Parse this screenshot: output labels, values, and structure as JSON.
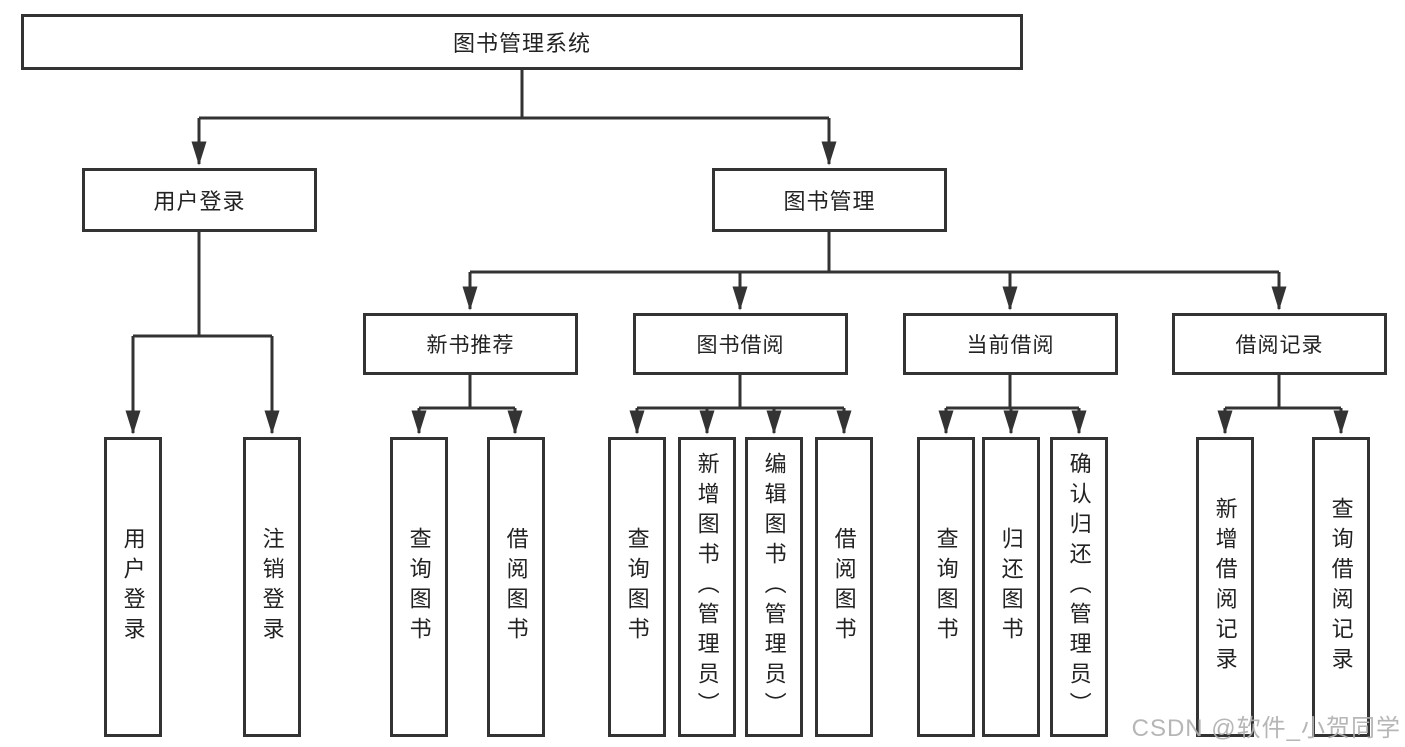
{
  "diagram": {
    "root": {
      "label": "图书管理系统"
    },
    "login_branch": {
      "label": "用户登录",
      "children": [
        {
          "label": "用户登录"
        },
        {
          "label": "注销登录"
        }
      ]
    },
    "manage_branch": {
      "label": "图书管理",
      "groups": [
        {
          "label": "新书推荐",
          "children": [
            {
              "label": "查询图书"
            },
            {
              "label": "借阅图书"
            }
          ]
        },
        {
          "label": "图书借阅",
          "children": [
            {
              "label": "查询图书"
            },
            {
              "label": "新增图书（管理员）"
            },
            {
              "label": "编辑图书（管理员）"
            },
            {
              "label": "借阅图书"
            }
          ]
        },
        {
          "label": "当前借阅",
          "children": [
            {
              "label": "查询图书"
            },
            {
              "label": "归还图书"
            },
            {
              "label": "确认归还（管理员）"
            }
          ]
        },
        {
          "label": "借阅记录",
          "children": [
            {
              "label": "新增借阅记录"
            },
            {
              "label": "查询借阅记录"
            }
          ]
        }
      ]
    }
  },
  "watermark": {
    "text": "CSDN @软件_小贺同学"
  },
  "colors": {
    "line": "#333333",
    "box_border": "#333333",
    "text": "#222222",
    "watermark": "#b0b0b0",
    "background": "#ffffff"
  }
}
